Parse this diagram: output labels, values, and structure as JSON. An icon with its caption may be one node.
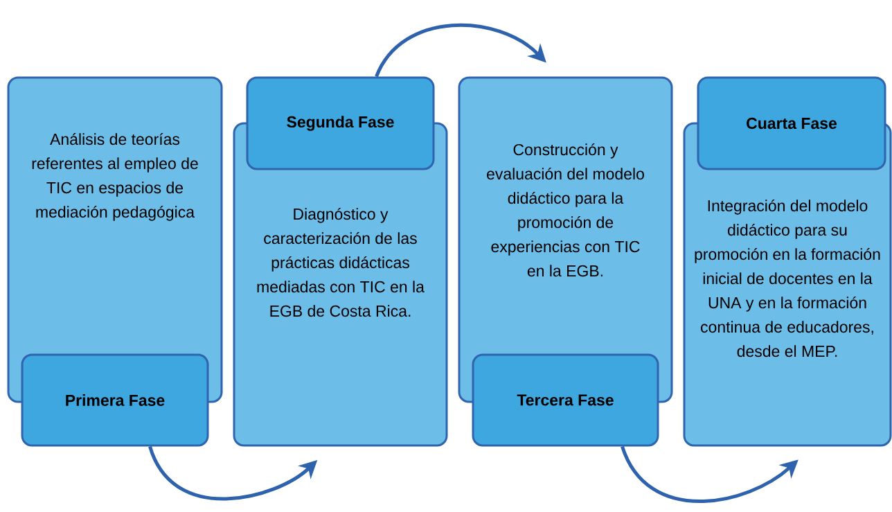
{
  "diagram": {
    "nodes": [
      {
        "text": [
          "Análisis de teorías referentes al empleo de TIC en espacios de mediación pedagógica"
        ]
      },
      {
        "text": [
          "Primera Fase"
        ]
      },
      {
        "text": [
          "Segunda Fase"
        ]
      },
      {
        "text": [
          "Diagnóstico y caracterización de las prácticas didácticas mediadas con TIC en la EGB de Costa Rica."
        ]
      },
      {
        "text": [
          "Construcción y evaluación del modelo didáctico para la promoción de experiencias con TIC en la EGB."
        ]
      },
      {
        "text": [
          "Tercera Fase"
        ]
      },
      {
        "text": [
          "Cuarta Fase"
        ]
      },
      {
        "text": [
          "Integración del modelo didáctico para su promoción en la formación inicial de docentes en la UNA y en la formación continua de educadores, desde el MEP."
        ]
      }
    ],
    "edges": [
      {
        "from": 1,
        "to": 3,
        "arrow": "to"
      },
      {
        "from": 2,
        "to": 4,
        "arrow": "to"
      },
      {
        "from": 5,
        "to": 7,
        "arrow": "to"
      }
    ]
  }
}
